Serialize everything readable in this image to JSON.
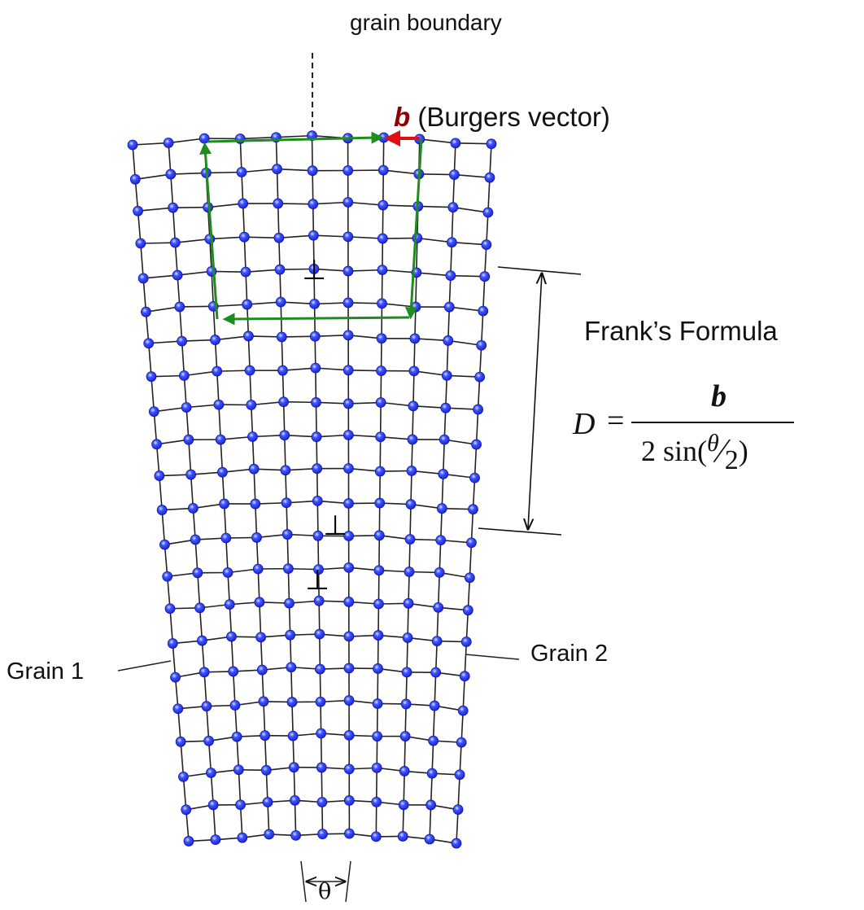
{
  "labels": {
    "grain_boundary": "grain boundary",
    "burgers_symbol": "b",
    "burgers_text": "(Burgers vector)",
    "franks_formula": "Frank’s Formula",
    "grain_1": "Grain 1",
    "grain_2": "Grain 2",
    "theta": "θ"
  },
  "formula": {
    "lhs": "D",
    "equals": "=",
    "numerator": "b",
    "denominator_prefix": "2 sin(",
    "denominator_theta": "θ",
    "denominator_slash": "⁄",
    "denominator_two": "2",
    "denominator_suffix": ")"
  },
  "colors": {
    "atom": "#2f3cf0",
    "atom_highlight": "#d9e4ff",
    "bond": "#222222",
    "burgers_circuit": "#1e8c1e",
    "burgers_vector": "#e01010",
    "burgers_symbol": "#8b0000"
  },
  "dislocation_symbol": "⊥"
}
